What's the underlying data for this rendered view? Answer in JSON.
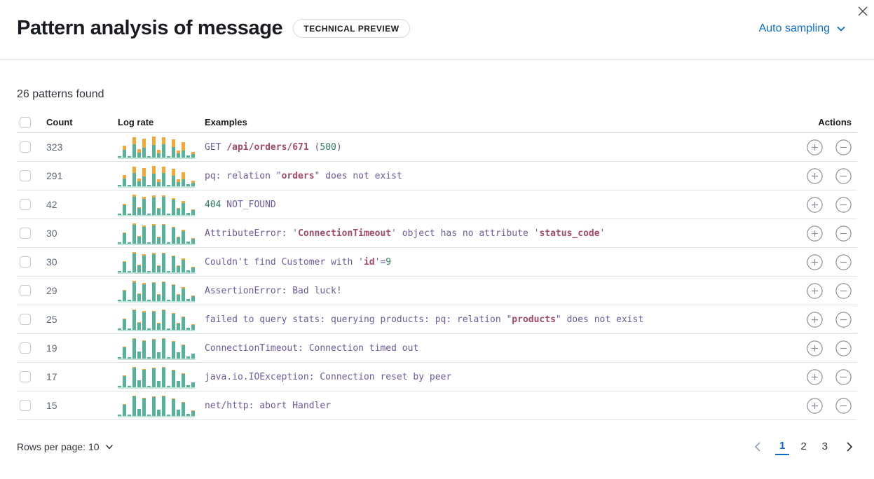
{
  "colors": {
    "accent_blue": "#0b6bcb",
    "spark_teal": "#54b399",
    "spark_orange": "#faa635",
    "token_purple": "#6d5a9c",
    "token_red": "#a34a68",
    "token_green": "#2e7d59",
    "divider": "#d3dae6"
  },
  "header": {
    "title": "Pattern analysis of message",
    "badge": "TECHNICAL PREVIEW",
    "sampling_label": "Auto sampling"
  },
  "summary": "26 patterns found",
  "table": {
    "columns": [
      "Count",
      "Log rate",
      "Examples",
      "Actions"
    ],
    "rows": [
      {
        "count": "323",
        "spark": [
          [
            2,
            0
          ],
          [
            11,
            6
          ],
          [
            2,
            0
          ],
          [
            19,
            10
          ],
          [
            7,
            5
          ],
          [
            14,
            13
          ],
          [
            2,
            0
          ],
          [
            18,
            12
          ],
          [
            6,
            5
          ],
          [
            19,
            10
          ],
          [
            2,
            0
          ],
          [
            15,
            11
          ],
          [
            6,
            4
          ],
          [
            10,
            12
          ],
          [
            3,
            0
          ],
          [
            5,
            3
          ]
        ],
        "example": [
          {
            "t": "GET ",
            "c": "p"
          },
          {
            "t": "/api/orders/671",
            "c": "r"
          },
          {
            "t": " (",
            "c": "p"
          },
          {
            "t": "500",
            "c": "g"
          },
          {
            "t": ")",
            "c": "p"
          }
        ]
      },
      {
        "count": "291",
        "spark": [
          [
            2,
            0
          ],
          [
            11,
            5
          ],
          [
            2,
            0
          ],
          [
            19,
            9
          ],
          [
            7,
            4
          ],
          [
            14,
            12
          ],
          [
            2,
            0
          ],
          [
            18,
            11
          ],
          [
            6,
            4
          ],
          [
            19,
            9
          ],
          [
            2,
            0
          ],
          [
            15,
            10
          ],
          [
            6,
            4
          ],
          [
            10,
            10
          ],
          [
            3,
            0
          ],
          [
            5,
            3
          ]
        ],
        "example": [
          {
            "t": "pq: relation \"",
            "c": "p"
          },
          {
            "t": "orders",
            "c": "r"
          },
          {
            "t": "\" does not exist",
            "c": "p"
          }
        ]
      },
      {
        "count": "42",
        "spark": [
          [
            2,
            0
          ],
          [
            14,
            2
          ],
          [
            2,
            0
          ],
          [
            26,
            3
          ],
          [
            10,
            1
          ],
          [
            23,
            3
          ],
          [
            2,
            0
          ],
          [
            25,
            3
          ],
          [
            9,
            1
          ],
          [
            26,
            2
          ],
          [
            2,
            0
          ],
          [
            22,
            2
          ],
          [
            9,
            1
          ],
          [
            17,
            3
          ],
          [
            3,
            0
          ],
          [
            7,
            1
          ]
        ],
        "example": [
          {
            "t": "404",
            "c": "g"
          },
          {
            "t": " NOT_FOUND",
            "c": "p"
          }
        ]
      },
      {
        "count": "30",
        "spark": [
          [
            2,
            0
          ],
          [
            15,
            1
          ],
          [
            2,
            0
          ],
          [
            27,
            2
          ],
          [
            10,
            1
          ],
          [
            24,
            2
          ],
          [
            2,
            0
          ],
          [
            26,
            2
          ],
          [
            9,
            1
          ],
          [
            27,
            1
          ],
          [
            2,
            0
          ],
          [
            23,
            1
          ],
          [
            9,
            1
          ],
          [
            18,
            2
          ],
          [
            3,
            0
          ],
          [
            7,
            1
          ]
        ],
        "example": [
          {
            "t": "AttributeError: '",
            "c": "p"
          },
          {
            "t": "ConnectionTimeout",
            "c": "r"
          },
          {
            "t": "' object has no attribute '",
            "c": "p"
          },
          {
            "t": "status_code",
            "c": "r"
          },
          {
            "t": "'",
            "c": "p"
          }
        ]
      },
      {
        "count": "30",
        "spark": [
          [
            2,
            0
          ],
          [
            15,
            1
          ],
          [
            2,
            0
          ],
          [
            27,
            2
          ],
          [
            10,
            1
          ],
          [
            24,
            2
          ],
          [
            2,
            0
          ],
          [
            26,
            2
          ],
          [
            9,
            1
          ],
          [
            27,
            1
          ],
          [
            2,
            0
          ],
          [
            23,
            1
          ],
          [
            9,
            1
          ],
          [
            18,
            2
          ],
          [
            3,
            0
          ],
          [
            7,
            1
          ]
        ],
        "example": [
          {
            "t": "Couldn't find Customer with '",
            "c": "p"
          },
          {
            "t": "id",
            "c": "r"
          },
          {
            "t": "'=",
            "c": "p"
          },
          {
            "t": "9",
            "c": "g"
          }
        ]
      },
      {
        "count": "29",
        "spark": [
          [
            2,
            0
          ],
          [
            15,
            1
          ],
          [
            2,
            0
          ],
          [
            27,
            2
          ],
          [
            10,
            1
          ],
          [
            24,
            2
          ],
          [
            2,
            0
          ],
          [
            26,
            1
          ],
          [
            9,
            1
          ],
          [
            27,
            1
          ],
          [
            2,
            0
          ],
          [
            23,
            1
          ],
          [
            9,
            1
          ],
          [
            18,
            2
          ],
          [
            3,
            0
          ],
          [
            7,
            1
          ]
        ],
        "example": [
          {
            "t": "AssertionError: Bad luck!",
            "c": "p"
          }
        ]
      },
      {
        "count": "25",
        "spark": [
          [
            2,
            0
          ],
          [
            15,
            1
          ],
          [
            2,
            0
          ],
          [
            28,
            1
          ],
          [
            10,
            1
          ],
          [
            25,
            2
          ],
          [
            2,
            0
          ],
          [
            26,
            1
          ],
          [
            9,
            1
          ],
          [
            28,
            1
          ],
          [
            2,
            0
          ],
          [
            23,
            1
          ],
          [
            9,
            1
          ],
          [
            18,
            1
          ],
          [
            3,
            0
          ],
          [
            7,
            1
          ]
        ],
        "example": [
          {
            "t": "failed to query stats: querying products: pq: relation \"",
            "c": "p"
          },
          {
            "t": "products",
            "c": "r"
          },
          {
            "t": "\" does not exist",
            "c": "p"
          }
        ]
      },
      {
        "count": "19",
        "spark": [
          [
            2,
            0
          ],
          [
            16,
            1
          ],
          [
            2,
            0
          ],
          [
            28,
            1
          ],
          [
            10,
            0
          ],
          [
            25,
            1
          ],
          [
            2,
            0
          ],
          [
            27,
            1
          ],
          [
            9,
            0
          ],
          [
            28,
            1
          ],
          [
            2,
            0
          ],
          [
            24,
            1
          ],
          [
            9,
            0
          ],
          [
            19,
            1
          ],
          [
            3,
            0
          ],
          [
            7,
            0
          ]
        ],
        "example": [
          {
            "t": "ConnectionTimeout: Connection timed out",
            "c": "p"
          }
        ]
      },
      {
        "count": "17",
        "spark": [
          [
            2,
            0
          ],
          [
            16,
            1
          ],
          [
            2,
            0
          ],
          [
            28,
            1
          ],
          [
            10,
            0
          ],
          [
            25,
            1
          ],
          [
            2,
            0
          ],
          [
            27,
            1
          ],
          [
            9,
            0
          ],
          [
            28,
            1
          ],
          [
            2,
            0
          ],
          [
            24,
            1
          ],
          [
            9,
            0
          ],
          [
            19,
            1
          ],
          [
            3,
            0
          ],
          [
            7,
            0
          ]
        ],
        "example": [
          {
            "t": "java.io.IOException: Connection reset by peer",
            "c": "p"
          }
        ]
      },
      {
        "count": "15",
        "spark": [
          [
            2,
            0
          ],
          [
            16,
            1
          ],
          [
            2,
            0
          ],
          [
            28,
            1
          ],
          [
            10,
            0
          ],
          [
            25,
            1
          ],
          [
            2,
            0
          ],
          [
            27,
            1
          ],
          [
            9,
            0
          ],
          [
            28,
            1
          ],
          [
            2,
            0
          ],
          [
            24,
            1
          ],
          [
            9,
            0
          ],
          [
            19,
            1
          ],
          [
            3,
            0
          ],
          [
            7,
            1
          ]
        ],
        "example": [
          {
            "t": "net/http: abort Handler",
            "c": "p"
          }
        ]
      }
    ]
  },
  "footer": {
    "rows_per_page_label": "Rows per page: 10",
    "pages": [
      "1",
      "2",
      "3"
    ],
    "active_page": "1"
  }
}
